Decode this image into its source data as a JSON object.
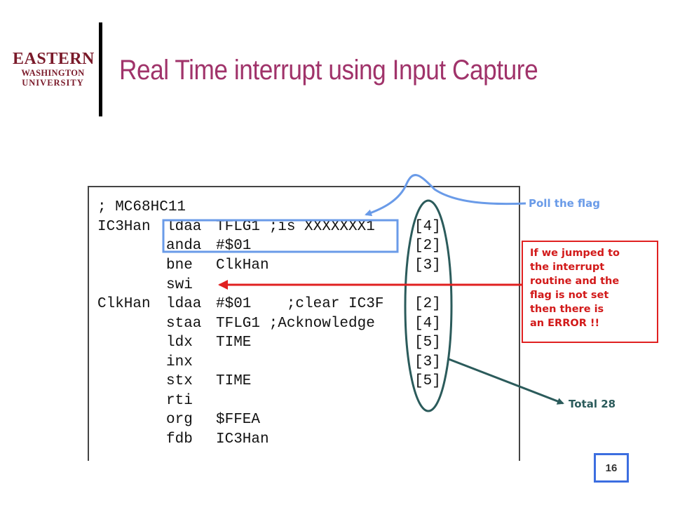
{
  "logo": {
    "line1": "EASTERN",
    "line2": "WASHINGTON",
    "line3": "UNIVERSITY"
  },
  "slide": {
    "title": "Real Time interrupt using Input Capture",
    "page_number": "16"
  },
  "code_listing": {
    "lines": [
      {
        "label": "; MC68HC11",
        "op": "",
        "operand": "",
        "cycles": ""
      },
      {
        "label": "IC3Han",
        "op": "ldaa",
        "operand": "TFLG1 ;is XXXXXXX1",
        "cycles": "[4]"
      },
      {
        "label": "",
        "op": "anda",
        "operand": "#$01",
        "cycles": "[2]"
      },
      {
        "label": "",
        "op": "bne",
        "operand": "ClkHan",
        "cycles": "[3]"
      },
      {
        "label": "",
        "op": "swi",
        "operand": "",
        "cycles": ""
      },
      {
        "label": "ClkHan",
        "op": "ldaa",
        "operand": "#$01    ;clear IC3F",
        "cycles": "[2]"
      },
      {
        "label": "",
        "op": "staa",
        "operand": "TFLG1 ;Acknowledge",
        "cycles": "[4]"
      },
      {
        "label": "",
        "op": "ldx",
        "operand": "TIME",
        "cycles": "[5]"
      },
      {
        "label": "",
        "op": "inx",
        "operand": "",
        "cycles": "[3]"
      },
      {
        "label": "",
        "op": "stx",
        "operand": "TIME",
        "cycles": "[5]"
      },
      {
        "label": "",
        "op": "rti",
        "operand": "",
        "cycles": ""
      },
      {
        "label": "",
        "op": "org",
        "operand": "$FFEA",
        "cycles": ""
      },
      {
        "label": "",
        "op": "fdb",
        "operand": "IC3Han",
        "cycles": ""
      }
    ]
  },
  "annotations": {
    "poll": "Poll the flag",
    "error_lines": [
      "If we jumped to",
      "the interrupt",
      "routine and the",
      "flag is not set",
      "then there is",
      "an ERROR !!"
    ],
    "total": "Total 28"
  },
  "colors": {
    "title": "#a0336a",
    "logo": "#7a1a2a",
    "poll": "#6a9be8",
    "error": "#e02020",
    "total": "#2b5b5b",
    "page_box": "#3c6ee0"
  }
}
